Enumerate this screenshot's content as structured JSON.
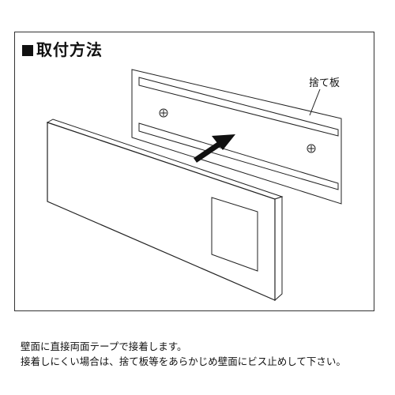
{
  "title": "取付方法",
  "diagram": {
    "backing_plate_label": "捨て板"
  },
  "captions": [
    "壁面に直接両面テープで接着します。",
    "接着しにくい場合は、捨て板等をあらかじめ壁面にビス止めして下さい。"
  ]
}
